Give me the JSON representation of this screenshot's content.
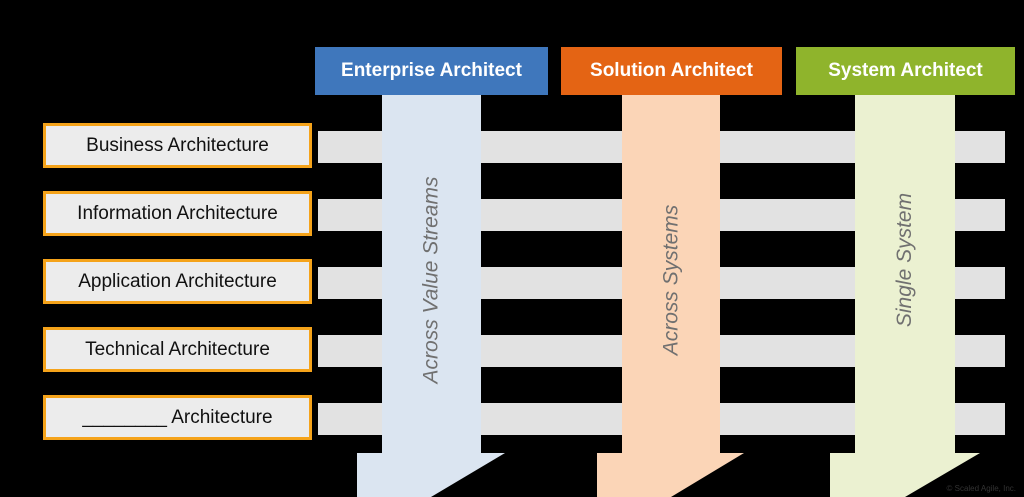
{
  "headers": [
    {
      "label": "Enterprise Architect",
      "color": "#3f77bc"
    },
    {
      "label": "Solution Architect",
      "color": "#e46414"
    },
    {
      "label": "System Architect",
      "color": "#8fb42c"
    }
  ],
  "arrows": [
    {
      "label": "Across Value Streams",
      "color": "#dbe5f1"
    },
    {
      "label": "Across Systems",
      "color": "#fbd5b7"
    },
    {
      "label": "Single System",
      "color": "#ebf1d1"
    }
  ],
  "rows": [
    {
      "label": "Business Architecture"
    },
    {
      "label": "Information Architecture"
    },
    {
      "label": "Application Architecture"
    },
    {
      "label": "Technical Architecture"
    },
    {
      "label": "________ Architecture"
    }
  ],
  "row_accent": "#f5a31a",
  "copyright": "© Scaled Agile, Inc."
}
